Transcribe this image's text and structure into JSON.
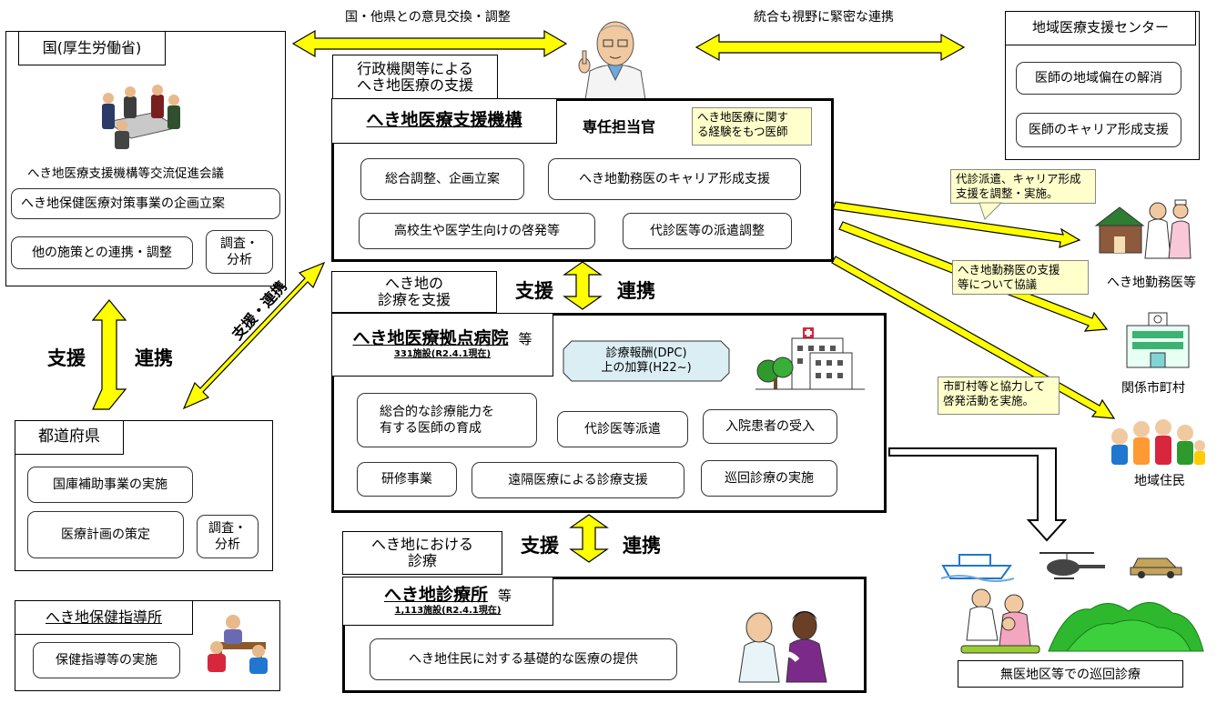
{
  "top": {
    "left_exchange": "国・他県との意見交換・調整",
    "right_cooperate": "統合も視野に緊密な連携"
  },
  "kuni": {
    "title": "国(厚生労働省)",
    "meeting": "へき地医療支援機構等交流促進会議",
    "item1": "へき地保健医療対策事業の企画立案",
    "item2": "他の施策との連携・調整",
    "item3": "調査・\n分析"
  },
  "support_link": {
    "support": "支援",
    "link": "連携",
    "diag": "支援・連携"
  },
  "todofuken": {
    "title": "都道府県",
    "item1": "国庫補助事業の実施",
    "item2": "医療計画の策定",
    "item3": "調査・\n分析"
  },
  "hoken": {
    "title": "へき地保健指導所",
    "item1": "保健指導等の実施"
  },
  "gyosei": {
    "label": "行政機関等による\nへき地医療の支援"
  },
  "kiko": {
    "title": "へき地医療支援機構",
    "officer": "専任担当官",
    "officer_note": "へき地医療に関す\nる経験をもつ医師",
    "item1": "総合調整、企画立案",
    "item2": "へき地勤務医のキャリア形成支援",
    "item3": "高校生や医学生向けの啓発等",
    "item4": "代診医等の派遣調整"
  },
  "shinryo_support": {
    "label": "へき地の\n診療を支援"
  },
  "kyoten": {
    "title": "へき地医療拠点病院",
    "suffix": "等",
    "count": "331施設(R2.4.1現在)",
    "dpc": "診療報酬(DPC)\n上の加算(H22~)",
    "item1": "総合的な診療能力を\n有する医師の育成",
    "item2": "代診医等派遣",
    "item3": "入院患者の受入",
    "item4": "研修事業",
    "item5": "遠隔医療による診療支援",
    "item6": "巡回診療の実施"
  },
  "shinryo": {
    "label": "へき地における\n診療"
  },
  "shinryojo": {
    "title": "へき地診療所",
    "suffix": "等",
    "count": "1,113施設(R2.4.1現在)",
    "item1": "へき地住民に対する基礎的な医療の提供"
  },
  "center": {
    "title": "地域医療支援センター",
    "item1": "医師の地域偏在の解消",
    "item2": "医師のキャリア形成支援"
  },
  "notes": {
    "n1": "代診派遣、キャリア形成\n支援を調整・実施。",
    "n2": "へき地勤務医の支援\n等について協議",
    "n3": "市町村等と協力して\n啓発活動を実施。"
  },
  "targets": {
    "t1": "へき地勤務医等",
    "t2": "関係市町村",
    "t3": "地域住民",
    "t4": "無医地区等での巡回診療"
  }
}
